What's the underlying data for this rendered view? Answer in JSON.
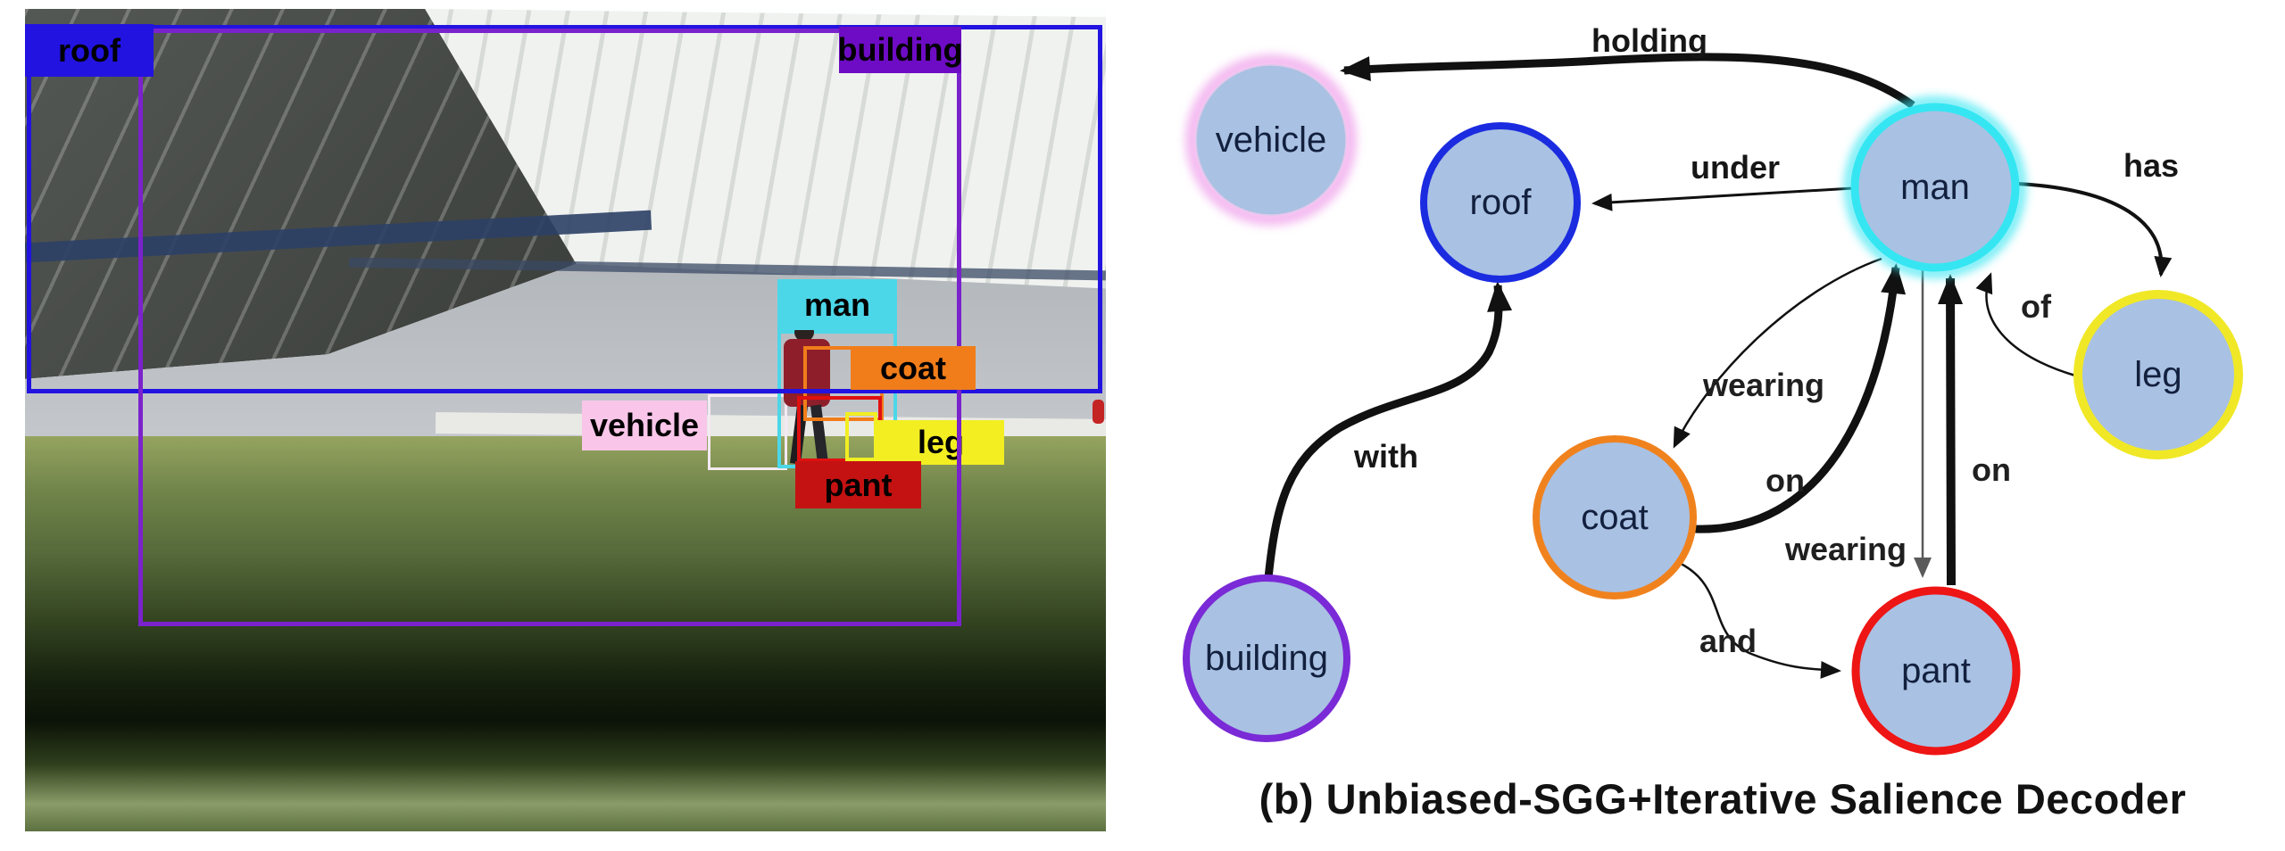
{
  "caption": "(b) Unbiased-SGG+Iterative Salience Decoder",
  "photo": {
    "description": "stadium field photo with detection boxes",
    "boxes": [
      {
        "id": "roof",
        "label": "roof",
        "box_color": "#2213e0",
        "label_bg": "#2213e0"
      },
      {
        "id": "building",
        "label": "building",
        "box_color": "#7a22cc",
        "label_bg": "#6d0cc4"
      },
      {
        "id": "man",
        "label": "man",
        "box_color": "#4cd7e8",
        "label_bg": "#4cd7e8"
      },
      {
        "id": "coat",
        "label": "coat",
        "box_color": "#f07d1a",
        "label_bg": "#f07d1a"
      },
      {
        "id": "vehicle",
        "label": "vehicle",
        "box_color": "#f3eaf2",
        "label_bg": "#f9c6e9"
      },
      {
        "id": "leg",
        "label": "leg",
        "box_color": "#f2ee22",
        "label_bg": "#f2ee22"
      },
      {
        "id": "pant",
        "label": "pant",
        "box_color": "#e01010",
        "label_bg": "#c41212"
      }
    ]
  },
  "graph": {
    "node_fill": "#a9c1e3",
    "edge_color": "#111111",
    "nodes": [
      {
        "id": "vehicle",
        "label": "vehicle",
        "ring": "#f2aeee"
      },
      {
        "id": "roof",
        "label": "roof",
        "ring": "#1b2be0"
      },
      {
        "id": "man",
        "label": "man",
        "ring": "#35e6f2"
      },
      {
        "id": "leg",
        "label": "leg",
        "ring": "#f0e826"
      },
      {
        "id": "coat",
        "label": "coat",
        "ring": "#f0821e"
      },
      {
        "id": "building",
        "label": "building",
        "ring": "#7a2ad6"
      },
      {
        "id": "pant",
        "label": "pant",
        "ring": "#ee1515"
      }
    ],
    "edges": [
      {
        "label": "holding",
        "from": "man",
        "to": "vehicle",
        "emphasis": "thick"
      },
      {
        "label": "under",
        "from": "man",
        "to": "roof",
        "emphasis": "thin"
      },
      {
        "label": "has",
        "from": "man",
        "to": "leg",
        "emphasis": "thin"
      },
      {
        "label": "of",
        "from": "leg",
        "to": "man",
        "emphasis": "thin"
      },
      {
        "label": "wearing",
        "from": "man",
        "to": "coat",
        "emphasis": "thin"
      },
      {
        "label": "on",
        "from": "coat",
        "to": "man",
        "emphasis": "thick"
      },
      {
        "label": "wearing",
        "from": "man",
        "to": "pant",
        "emphasis": "thin"
      },
      {
        "label": "on",
        "from": "pant",
        "to": "man",
        "emphasis": "thick"
      },
      {
        "label": "and",
        "from": "coat",
        "to": "pant",
        "emphasis": "thin"
      },
      {
        "label": "with",
        "from": "building",
        "to": "roof",
        "emphasis": "thick"
      }
    ]
  }
}
